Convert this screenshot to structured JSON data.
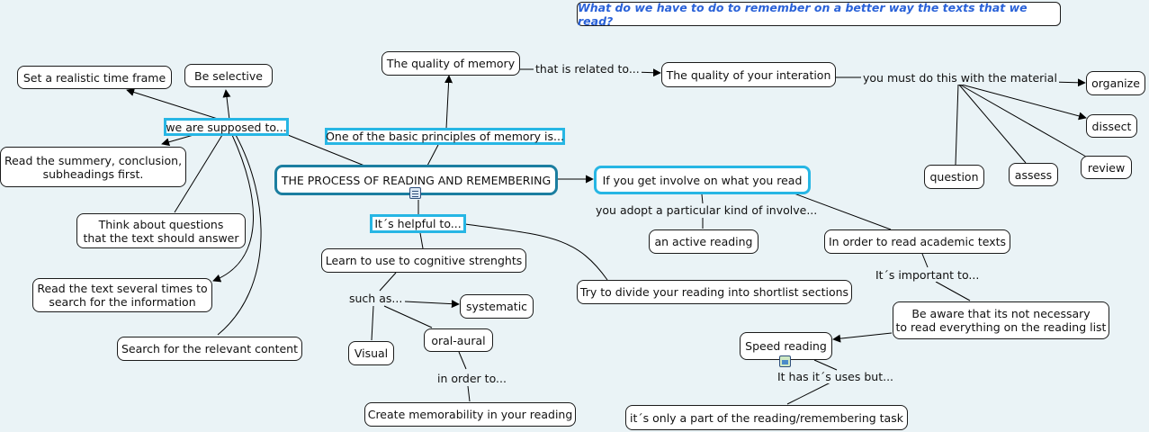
{
  "question": "What do we have to do to remember on a better way the texts that we read?",
  "nodes": {
    "root": "THE PROCESS OF READING AND REMEMBERING",
    "quality_memory": "The quality of memory",
    "quality_interation": "The quality of your interation",
    "organize": "organize",
    "dissect": "dissect",
    "question": "question",
    "assess": "assess",
    "review": "review",
    "basic_principles": "One of the basic principles of memory is...",
    "supposed_to": "we are supposed to...",
    "set_time_frame": "Set a realistic time frame",
    "be_selective": "Be selective",
    "read_summery_1": "Read the summery, conclusion,",
    "read_summery_2": "subheadings first.",
    "think_questions_1": "Think about questions",
    "think_questions_2": "that the text should answer",
    "read_several_1": "Read the text several times to",
    "read_several_2": "search for the information",
    "search_relevant": "Search for the relevant content",
    "helpful_to": "It´s helpful to...",
    "cognitive": "Learn to use to cognitive strenghts",
    "systematic": "systematic",
    "visual": "Visual",
    "oral_aural": "oral-aural",
    "memorability": "Create memorability in your reading",
    "get_involve": "If you get involve on what you read",
    "active_reading": "an active reading",
    "academic_texts": "In order to read academic texts",
    "divide_reading": "Try to divide your reading into shortlist sections",
    "be_aware_1": "Be aware that its not necessary",
    "be_aware_2": "to read everything on the reading list",
    "speed_reading": "Speed reading",
    "only_part": "it´s only a part of the reading/remembering task"
  },
  "links": {
    "related_to": "that is related to...",
    "must_do": "you must do this with the material",
    "adopt": "you adopt a particular kind of involve...",
    "important_to": "It´s important to...",
    "such_as": "such as...",
    "in_order_to": "in order to...",
    "has_uses": "It has it´s uses but..."
  },
  "colors": {
    "background": "#eaf3f6",
    "highlight_border": "#27b6e4",
    "root_border": "#1b7ea0",
    "question_text": "#2a62d8"
  },
  "icons": [
    "note-icon",
    "image-icon"
  ]
}
